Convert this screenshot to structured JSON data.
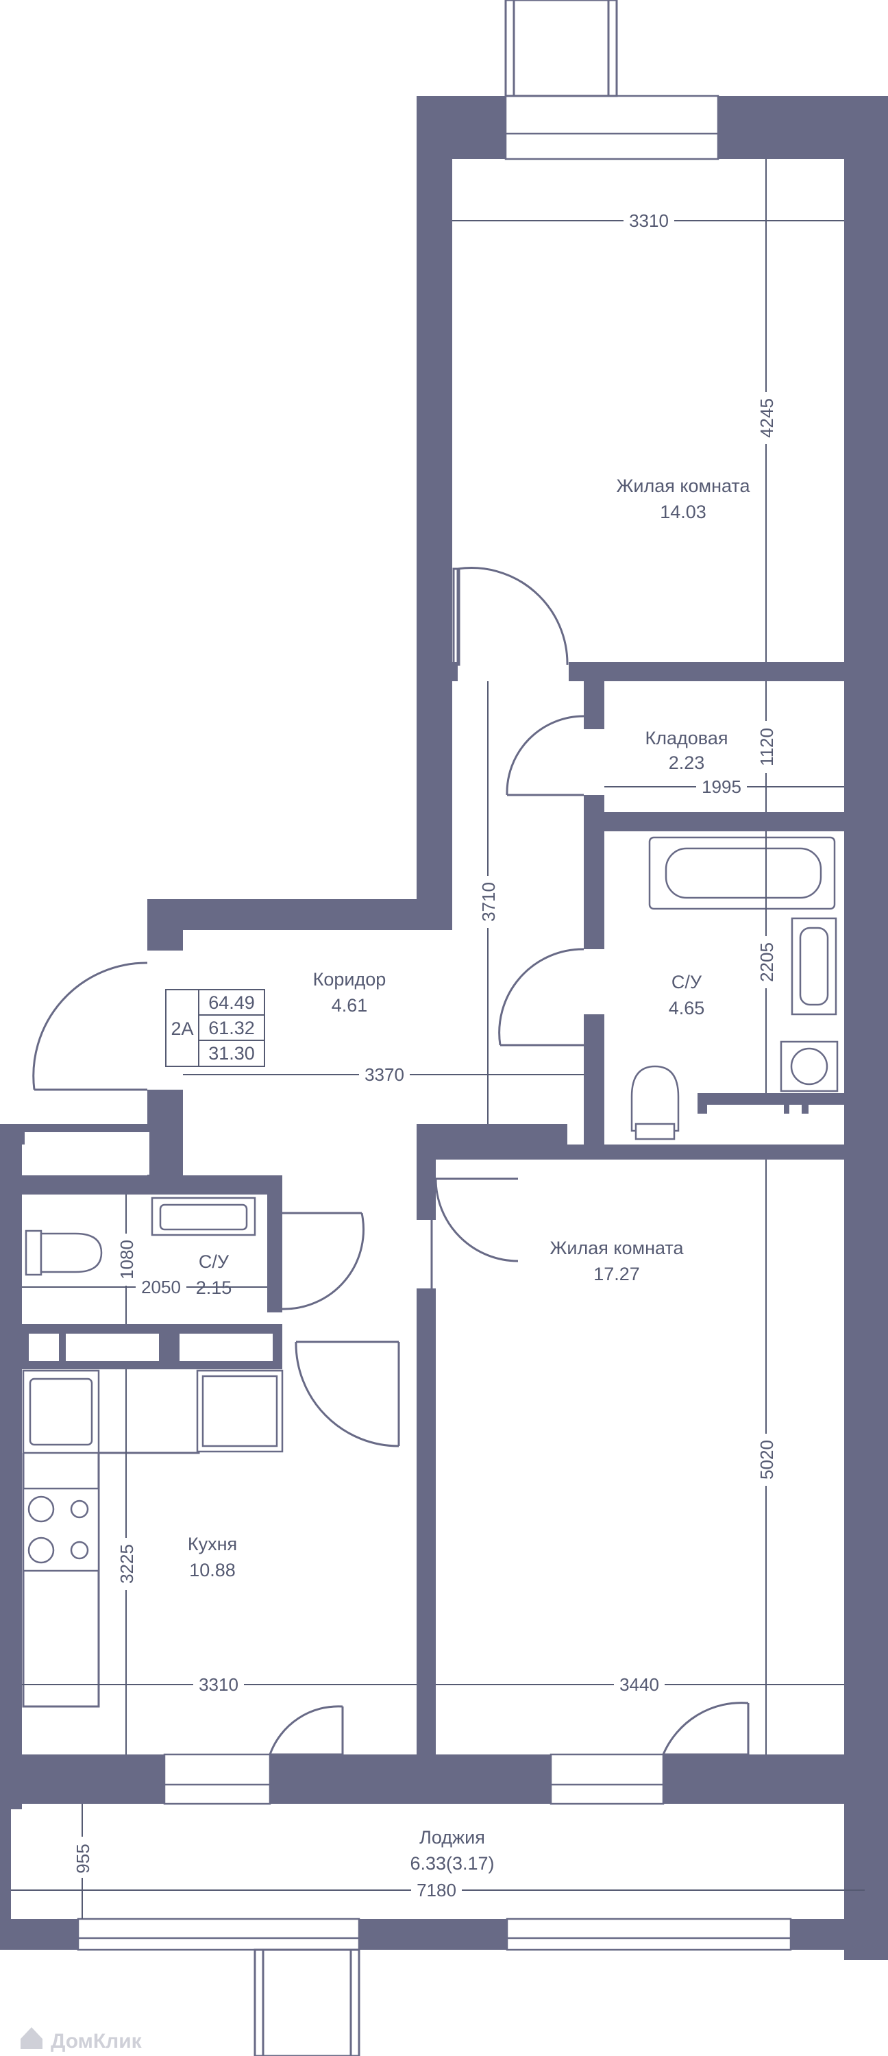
{
  "rooms": {
    "bedroom_top": {
      "name": "Жилая комната",
      "area": "14.03"
    },
    "storage": {
      "name": "Кладовая",
      "area": "2.23"
    },
    "bathroom_large": {
      "name": "С/У",
      "area": "4.65"
    },
    "corridor": {
      "name": "Коридор",
      "area": "4.61"
    },
    "bathroom_small": {
      "name": "С/У",
      "area": "2.15"
    },
    "bedroom_bottom": {
      "name": "Жилая комната",
      "area": "17.27"
    },
    "kitchen": {
      "name": "Кухня",
      "area": "10.88"
    },
    "loggia": {
      "name": "Лоджия",
      "area": "6.33(3.17)"
    }
  },
  "badge": {
    "type": "2А",
    "total_area": "64.49",
    "living_area_total": "61.32",
    "living_rooms": "31.30"
  },
  "dimensions": {
    "bedroom_top_width": "3310",
    "bedroom_top_depth": "4245",
    "storage_depth": "1120",
    "storage_width": "1995",
    "corridor_depth": "3710",
    "bathroom_large_depth": "2205",
    "corridor_width": "3370",
    "bathroom_small_depth": "1080",
    "bathroom_small_width": "2050",
    "bedroom_bottom_depth": "5020",
    "kitchen_depth": "3225",
    "kitchen_width": "3310",
    "bedroom_bottom_width": "3440",
    "loggia_depth": "955",
    "loggia_width": "7180"
  },
  "watermark": "ДомКлик",
  "colors": {
    "wall": "#686a86",
    "text": "#555a72",
    "background": "#ffffff"
  }
}
